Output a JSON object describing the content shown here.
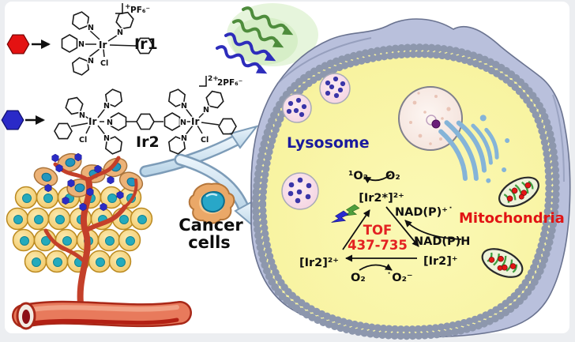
{
  "compounds": {
    "atoms": {
      "n": "N",
      "ir": "Ir",
      "cl": "Cl"
    },
    "ir1": {
      "name": "Ir1",
      "bracket_charge": "+",
      "counterion": "PF₆⁻"
    },
    "ir2": {
      "name": "Ir2",
      "bracket_charge": "2+",
      "counterion": "2PF₆⁻"
    }
  },
  "tumor": {
    "label_line1": "Cancer",
    "label_line2": "cells"
  },
  "organelles": {
    "lysosome": "Lysosome",
    "mitochondria": "Mitochondria"
  },
  "cycle": {
    "excited": "[Ir2*]²⁺",
    "ground": "[Ir2]²⁺",
    "oxidized": "[Ir2]⁺",
    "singlet_oxygen": "¹O₂",
    "oxygen": "O₂",
    "superoxide": "˙O₂⁻",
    "nadp_radical": "NAD(P)⁺˙",
    "nadph": "NAD(P)H",
    "tof_label": "TOF",
    "tof_range": "437-735"
  },
  "colors": {
    "lysosome_text": "#1b1b9e",
    "mitochondria_text": "#e11414",
    "tof_text": "#e32222",
    "red_hexagon": "#e41212",
    "blue_hexagon": "#2a2ac8",
    "light_wave_green": "#4e8c3c",
    "light_wave_blue": "#2d2dbb"
  }
}
